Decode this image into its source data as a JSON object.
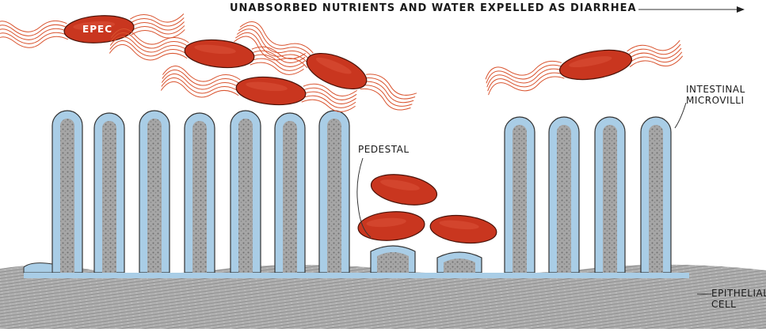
{
  "title": "UNABSORBED NUTRIENTS AND WATER EXPELLED AS DIARRHEA",
  "labels": {
    "epec": "EPEC",
    "pedestal": "PEDESTAL",
    "microvilli_line1": "INTESTINAL",
    "microvilli_line2": "MICROVILLI",
    "epithelial_line1": "EPITHELIAL",
    "epithelial_line2": "CELL"
  },
  "colors": {
    "bacterium": "#c9361f",
    "flagella": "#d9532e",
    "microvillus_outline": "#a9cde6",
    "microvillus_core": "#9a9a9a",
    "epithelium": "#8c8c8c"
  }
}
